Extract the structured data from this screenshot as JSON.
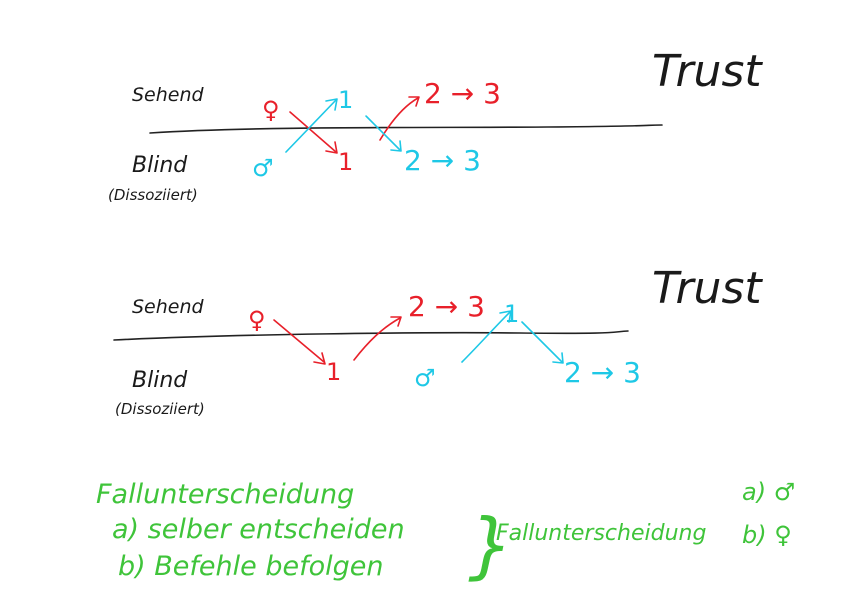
{
  "colors": {
    "ink": "#1a1a1a",
    "female": "#e8202a",
    "male": "#1ec8e6",
    "notes": "#3fc43a"
  },
  "diagram1": {
    "title": "Trust",
    "upper_label": "Sehend",
    "lower_label": "Blind",
    "lower_sublabel": "(Dissoziiert)",
    "female_symbol": "♀",
    "male_symbol": "♂",
    "female_low_step": "1",
    "male_high_step": "1",
    "female_seq": "2 → 3",
    "male_seq": "2 → 3"
  },
  "diagram2": {
    "title": "Trust",
    "upper_label": "Sehend",
    "lower_label": "Blind",
    "lower_sublabel": "(Dissoziiert)",
    "female_symbol": "♀",
    "male_symbol": "♂",
    "female_low_step": "1",
    "female_seq": "2 → 3",
    "male_high_step": "1",
    "male_seq": "2 → 3"
  },
  "notes": {
    "heading": "Fallunterscheidung",
    "option_a": "a) selber entscheiden",
    "option_b": "b) Befehle befolgen",
    "brace": "}",
    "middle_label": "Fallunterscheidung",
    "right_a": "a) ♂",
    "right_b": "b) ♀"
  }
}
